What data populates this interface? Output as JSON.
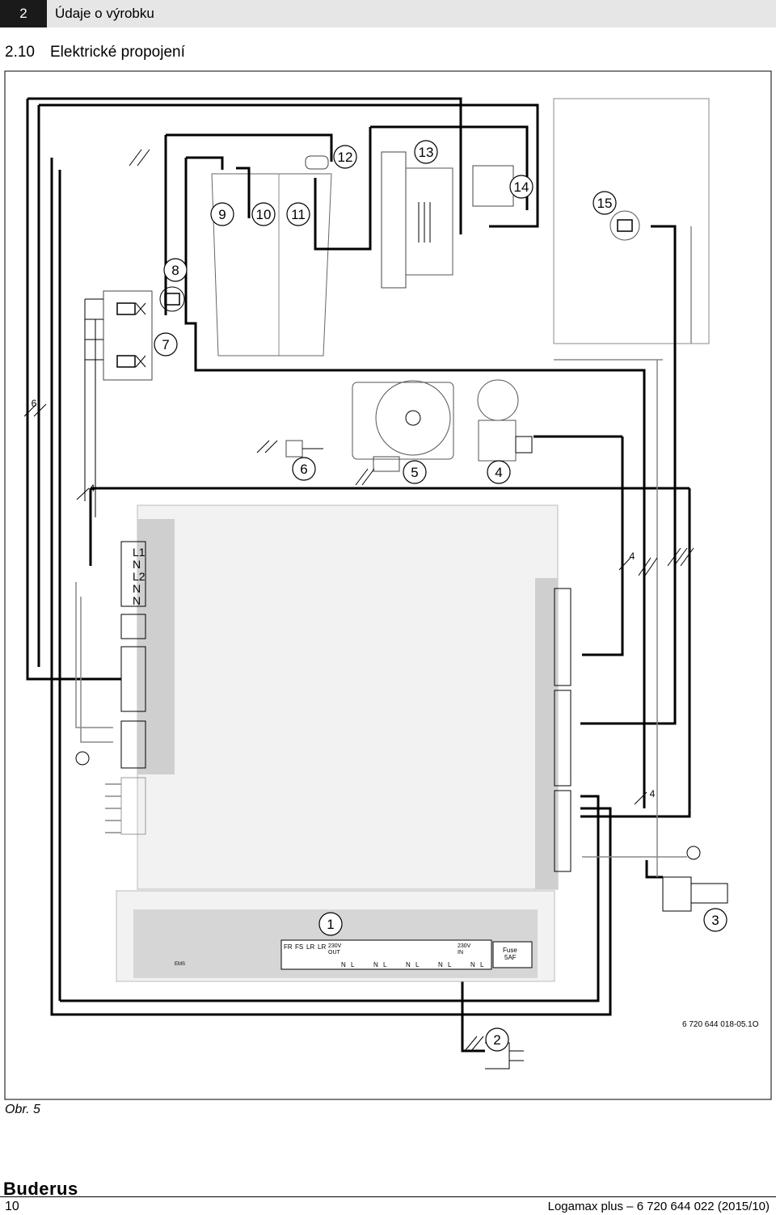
{
  "header": {
    "section_number": "2",
    "section_title": "Údaje o výrobku"
  },
  "section": {
    "number": "2.10",
    "title": "Elektrické propojení"
  },
  "diagram": {
    "callouts": [
      "1",
      "2",
      "3",
      "4",
      "5",
      "6",
      "7",
      "8",
      "9",
      "10",
      "11",
      "12",
      "13",
      "14",
      "15"
    ],
    "wire_counts": {
      "a": "6",
      "b": "4",
      "c": "4",
      "d": "4"
    },
    "terminal_labels": [
      "L1",
      "N",
      "L2",
      "N",
      "N"
    ],
    "strip_labels": [
      "FR",
      "FS",
      "LR",
      "LR",
      "230V OUT",
      "230V IN"
    ],
    "strip_small": {
      "out_top": "230V",
      "out_bottom": "OUT",
      "in_top": "230V",
      "in_bottom": "IN",
      "ems": "EMS"
    },
    "nl_labels": [
      "N",
      "L",
      "N",
      "L",
      "N",
      "L",
      "N",
      "L",
      "N",
      "L"
    ],
    "fuse": {
      "line1": "Fuse",
      "line2": "5AF"
    },
    "drawing_id": "6 720 644 018-05.1O"
  },
  "figure_label": "Obr. 5",
  "footer": {
    "brand": "Buderus",
    "page": "10",
    "doc": "Logamax plus – 6 720 644 022 (2015/10)"
  }
}
